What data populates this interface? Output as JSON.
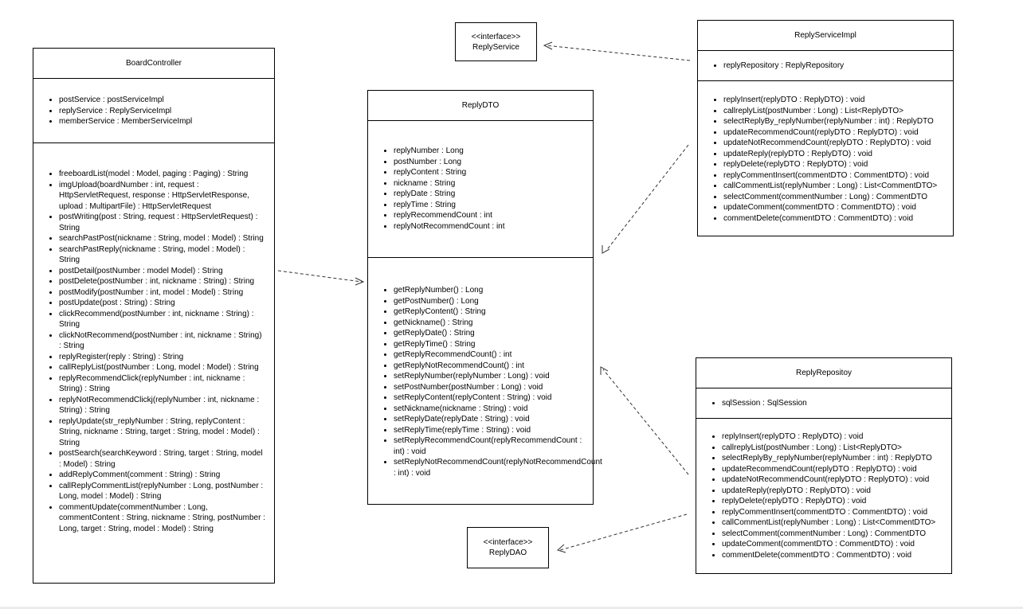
{
  "interfaces": {
    "reply_service": {
      "stereotype": "<<interface>>",
      "name": "ReplyService"
    },
    "reply_dao": {
      "stereotype": "<<interface>>",
      "name": "ReplyDAO"
    }
  },
  "classes": {
    "board_controller": {
      "name": "BoardController",
      "attributes": [
        "postService : postServiceImpl",
        "replyService : ReplyServiceImpl",
        "memberService : MemberServiceImpl"
      ],
      "methods": [
        "freeboardList(model : Model, paging : Paging) : String",
        "imgUpload(boardNumber : int, request : HttpServletRequest, response : HttpServletResponse, upload : MultipartFile) : HttpServletRequest",
        "postWriting(post : String, request : HttpServletRequest) : String",
        "searchPastPost(nickname : String, model : Model) : String",
        "searchPastReply(nickname : String, model : Model) : String",
        "postDetail(postNumber : model Model) : String",
        "postDelete(postNumber : int, nickname : String) : String",
        "postModify(postNumber : int, model : Model) : String",
        "postUpdate(post : String) : String",
        "clickRecommend(postNumber : int, nickname : String) : String",
        "clickNotRecommend(postNumber : int, nickname : String) : String",
        "replyRegister(reply : String) : String",
        "callReplyList(postNumber : Long, model : Model) : String",
        "replyRecommendClick(replyNumber : int, nickname : String) : String",
        "replyNotRecommendClickj(replyNumber : int, nickname : String) : String",
        "replyUpdate(str_replyNumber : String, replyContent : String, nickname : String, target : String, model : Model) : String",
        "postSearch(searchKeyword : String, target : String, model : Model) : String",
        "addReplyComment(comment : String) : String",
        "callReplyCommentList(replyNumber : Long, postNumber : Long, model : Model) : String",
        "commentUpdate(commentNumber : Long, commentContent : String, nickname : String, postNumber : Long, target : String, model : Model) : String"
      ]
    },
    "reply_dto": {
      "name": "ReplyDTO",
      "attributes": [
        "replyNumber : Long",
        "postNumber : Long",
        "replyContent : String",
        "nickname : String",
        "replyDate : String",
        "replyTime : String",
        "replyRecommendCount : int",
        "replyNotRecommendCount : int"
      ],
      "methods": [
        "getReplyNumber() : Long",
        "getPostNumber() : Long",
        "getReplyContent() : String",
        "getNickname() : String",
        "getReplyDate() : String",
        "getReplyTime() : String",
        "getReplyRecommendCount() : int",
        "getReplyNotRecommendCount() : int",
        "setReplyNumber(replyNumber : Long) : void",
        "setPostNumber(postNumber : Long) : void",
        "setReplyContent(replyContent : String) : void",
        "setNickname(nickname : String) : void",
        "setReplyDate(replyDate : String) : void",
        "setReplyTime(replyTime : String) : void",
        "setReplyRecommendCount(replyRecommendCount : int) : void",
        "setReplyNotRecommendCount(replyNotRecommendCount : int) : void"
      ]
    },
    "reply_service_impl": {
      "name": "ReplyServiceImpl",
      "attributes": [
        "replyRepository : ReplyRepository"
      ],
      "methods": [
        "replyInsert(replyDTO : ReplyDTO) : void",
        "callreplyList(postNumber : Long) : List<ReplyDTO>",
        "selectReplyBy_replyNumber(replyNumber : int) : ReplyDTO",
        "updateRecommendCount(replyDTO : ReplyDTO) : void",
        "updateNotRecommendCount(replyDTO : ReplyDTO) : void",
        "updateReply(replyDTO : ReplyDTO) : void",
        "replyDelete(replyDTO : ReplyDTO) : void",
        "replyCommentInsert(commentDTO : CommentDTO) : void",
        "callCommentList(replyNumber : Long) : List<CommentDTO>",
        "selectComment(commentNumber : Long) : CommentDTO",
        "updateComment(commentDTO : CommentDTO) : void",
        "commentDelete(commentDTO : CommentDTO) : void"
      ]
    },
    "reply_repository": {
      "name": "ReplyRepositoy",
      "attributes": [
        "sqlSession : SqlSession"
      ],
      "methods": [
        "replyInsert(replyDTO : ReplyDTO) : void",
        "callreplyList(postNumber : Long) : List<ReplyDTO>",
        "selectReplyBy_replyNumber(replyNumber : int) : ReplyDTO",
        "updateRecommendCount(replyDTO : ReplyDTO) : void",
        "updateNotRecommendCount(replyDTO : ReplyDTO) : void",
        "updateReply(replyDTO : ReplyDTO) : void",
        "replyDelete(replyDTO : ReplyDTO) : void",
        "replyCommentInsert(commentDTO : CommentDTO) : void",
        "callCommentList(replyNumber : Long) : List<CommentDTO>",
        "selectComment(commentNumber : Long) : CommentDTO",
        "updateComment(commentDTO : CommentDTO) : void",
        "commentDelete(commentDTO : CommentDTO) : void"
      ]
    }
  }
}
